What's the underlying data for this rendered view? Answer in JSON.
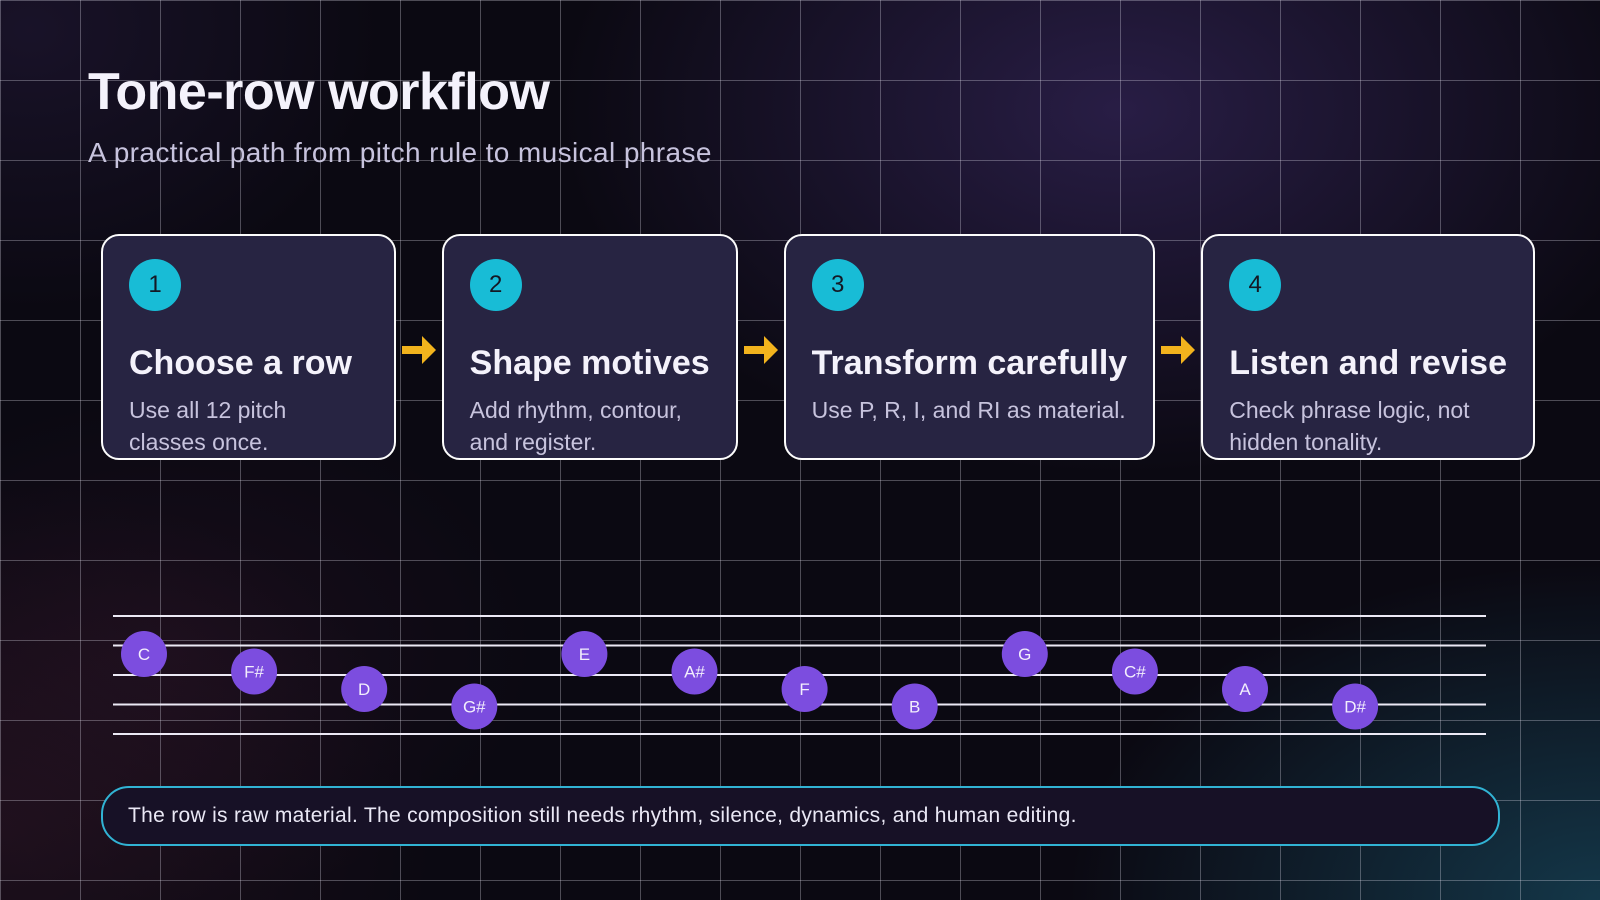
{
  "header": {
    "title": "Tone-row workflow",
    "subtitle": "A practical path from pitch rule to musical phrase"
  },
  "steps": [
    {
      "number": "1",
      "title": "Choose a row",
      "description": "Use all 12 pitch classes once."
    },
    {
      "number": "2",
      "title": "Shape motives",
      "description": "Add rhythm, contour, and register."
    },
    {
      "number": "3",
      "title": "Transform carefully",
      "description": "Use P, R, I, and RI as material."
    },
    {
      "number": "4",
      "title": "Listen and revise",
      "description": "Check phrase logic, not hidden tonality."
    }
  ],
  "staff": {
    "line_count": 5,
    "notes": [
      "C",
      "F#",
      "D",
      "G#",
      "E",
      "A#",
      "F",
      "B",
      "G",
      "C#",
      "A",
      "D#"
    ]
  },
  "footer_note": "The row is raw material. The composition still needs rhythm, silence, dynamics, and human editing.",
  "colors": {
    "badge_cyan": "#18bcd6",
    "note_purple": "#7c4ddf",
    "arrow_gold": "#f2b31d",
    "banner_border": "#31b3d4",
    "card_bg": "#272442",
    "card_border": "#fdfdfd",
    "staff_line": "#ece9f5",
    "title_color": "#f4f2fb",
    "muted_text": "#c7c3dd"
  }
}
